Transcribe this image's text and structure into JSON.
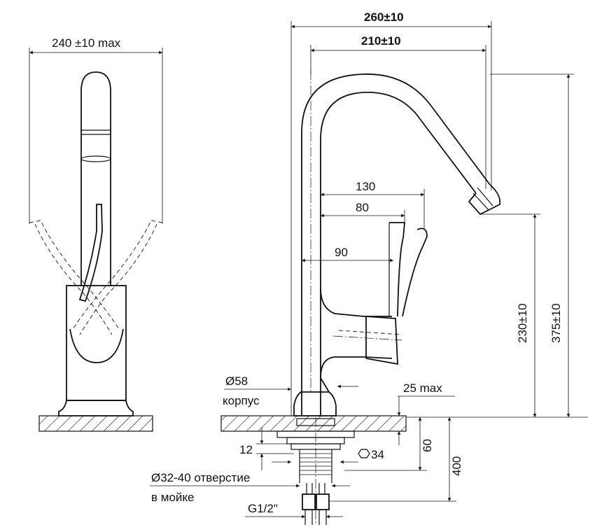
{
  "side_view": {
    "width_label": "240 ±10 max"
  },
  "front_view": {
    "overall_reach": "260±10",
    "spout_reach": "210±10",
    "lever_130": "130",
    "lever_80": "80",
    "body_90": "90",
    "body_diameter": "Ø58",
    "body_caption": "корпус",
    "max_deck": "25 max",
    "outlet_height": "230±10",
    "total_height": "375±10",
    "shank_12": "12",
    "nut_hex": "34",
    "shank_60": "60",
    "hose_400": "400",
    "hole_label": "Ø32-40 отверстие",
    "hole_caption": "в мойке",
    "thread_label": "G1/2\""
  }
}
